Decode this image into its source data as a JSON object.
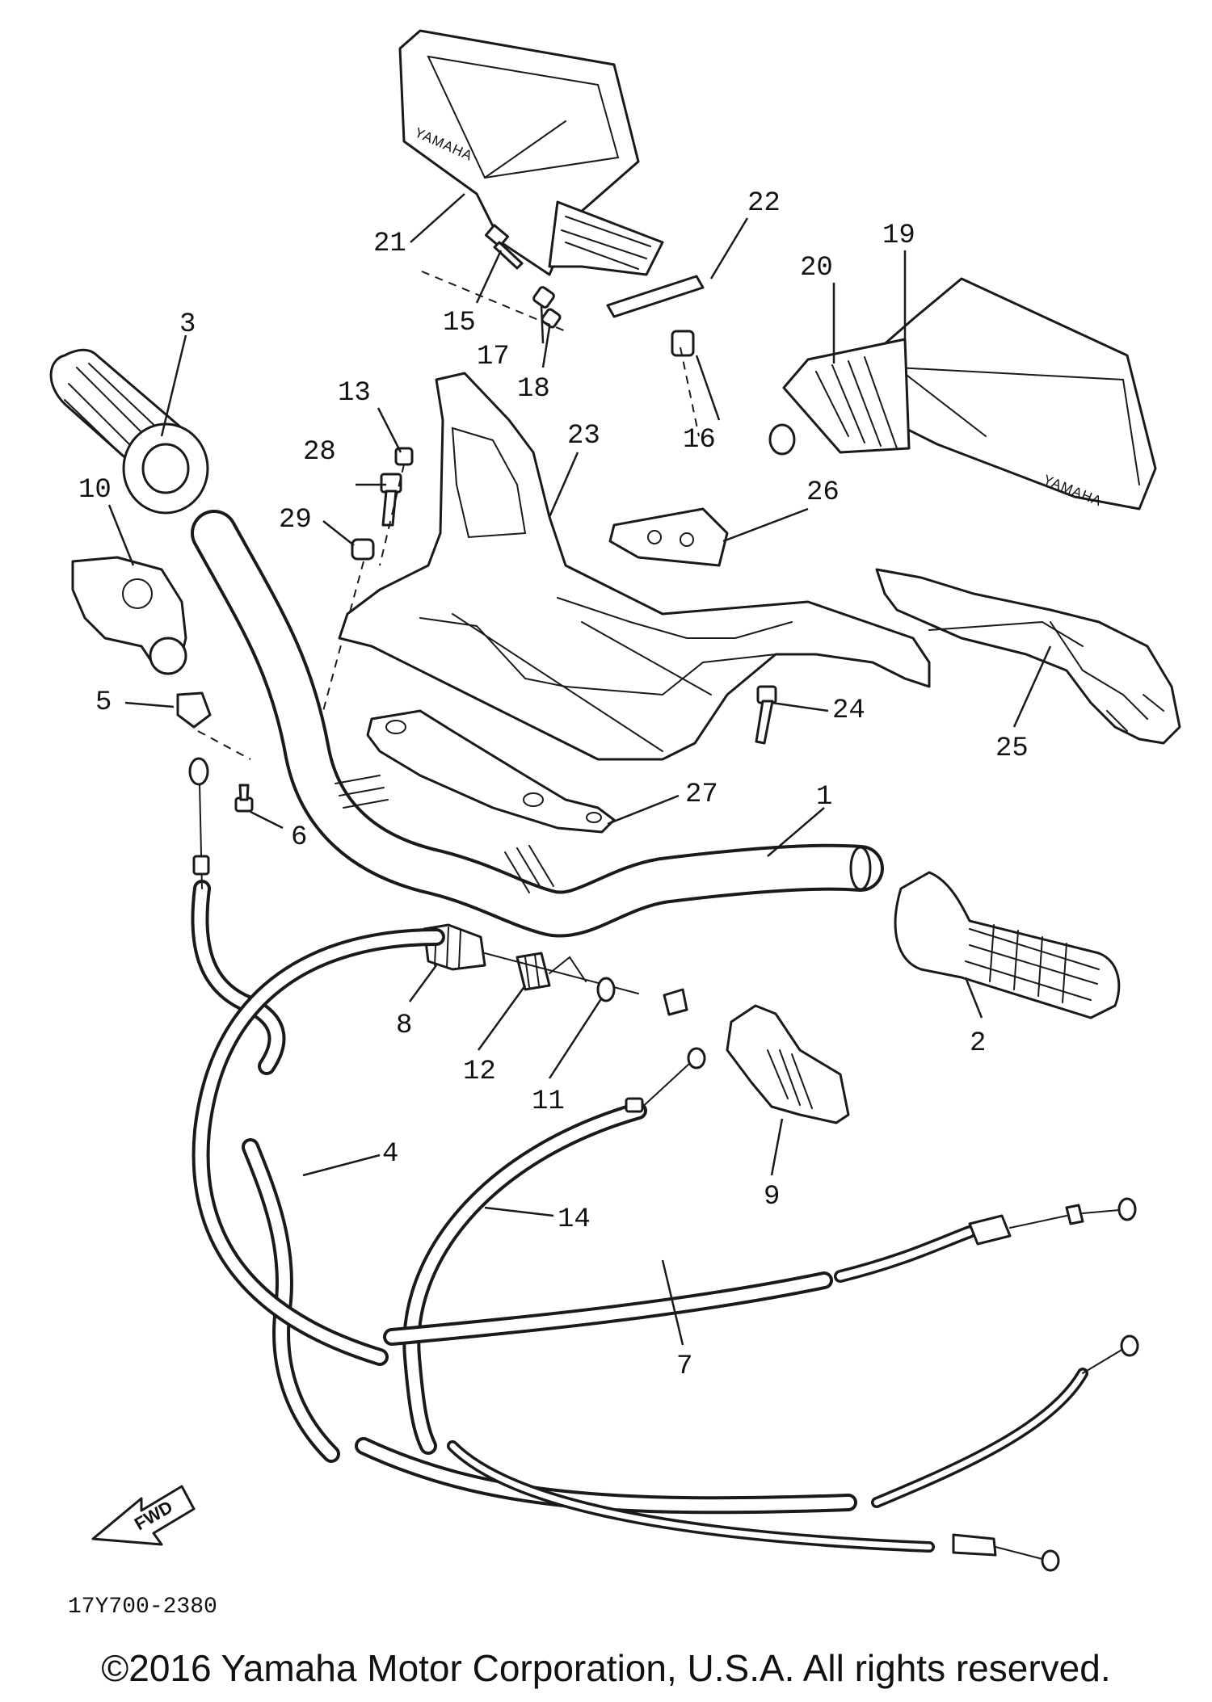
{
  "callouts": {
    "c1": "1",
    "c2": "2",
    "c3": "3",
    "c4": "4",
    "c5": "5",
    "c6": "6",
    "c7": "7",
    "c8": "8",
    "c9": "9",
    "c10": "10",
    "c11": "11",
    "c12": "12",
    "c13": "13",
    "c14": "14",
    "c15": "15",
    "c16": "16",
    "c17": "17",
    "c18": "18",
    "c19": "19",
    "c20": "20",
    "c21": "21",
    "c22": "22",
    "c23": "23",
    "c24": "24",
    "c25": "25",
    "c26": "26",
    "c27": "27",
    "c28": "28",
    "c29": "29"
  },
  "brand_marks": {
    "left_mirror": "YAMAHA",
    "right_mirror": "YAMAHA"
  },
  "forward_arrow": {
    "label": "FWD",
    "icon": "forward-arrow-icon"
  },
  "diagram_code": "17Y700-2380",
  "copyright": "©2016 Yamaha Motor Corporation, U.S.A. All rights reserved."
}
